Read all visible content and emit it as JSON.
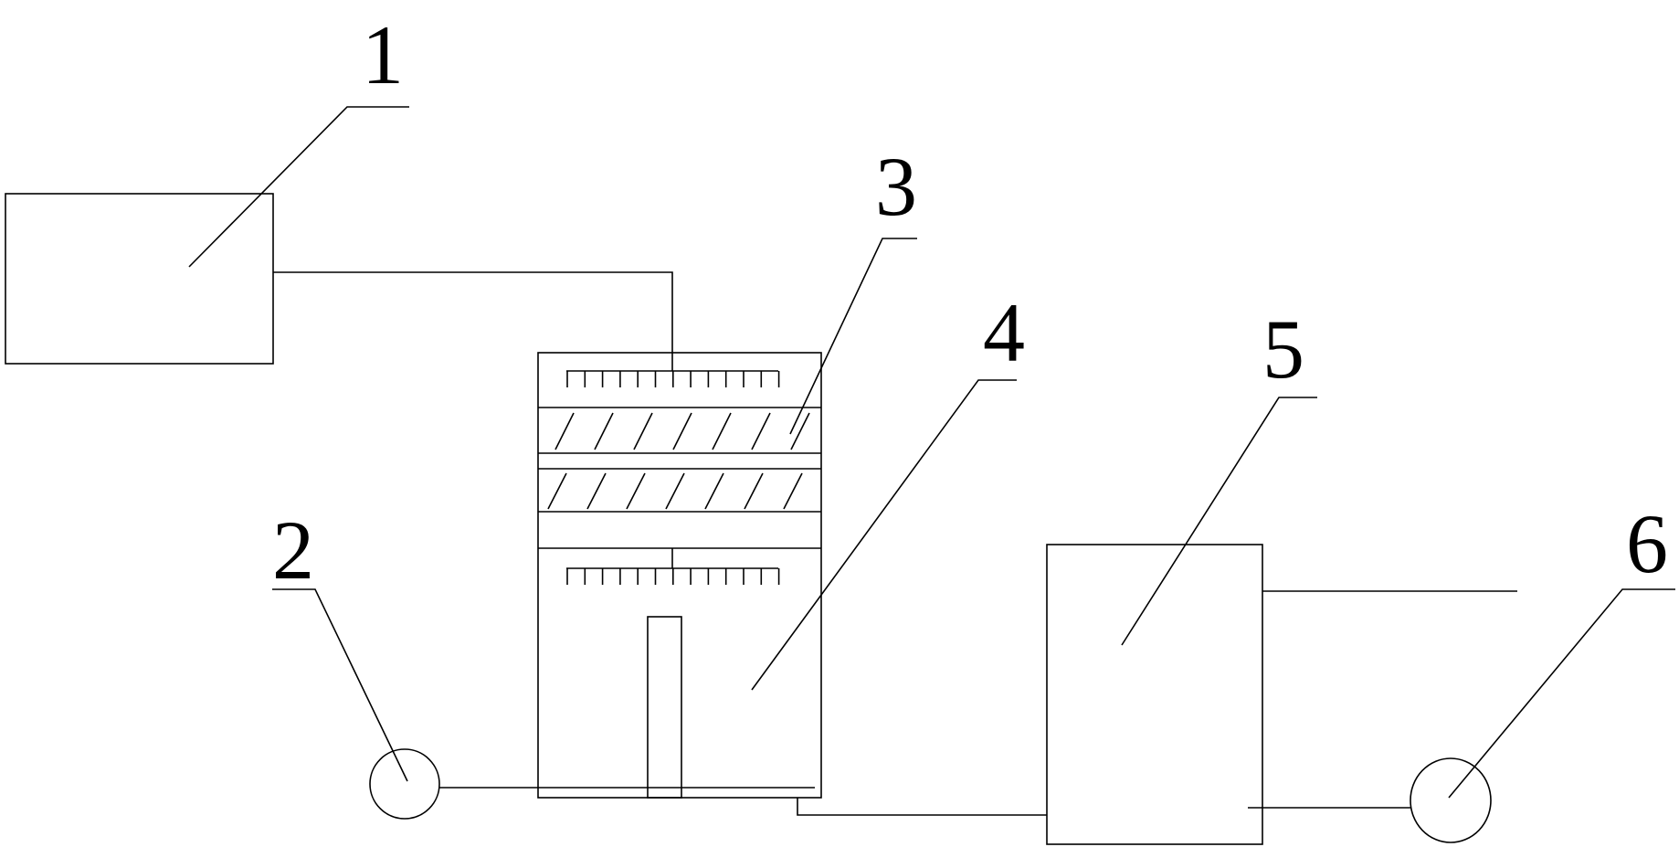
{
  "labels": {
    "l1": "1",
    "l2": "2",
    "l3": "3",
    "l4": "4",
    "l5": "5",
    "l6": "6"
  },
  "colors": {
    "stroke": "#000000",
    "background": "#ffffff"
  }
}
